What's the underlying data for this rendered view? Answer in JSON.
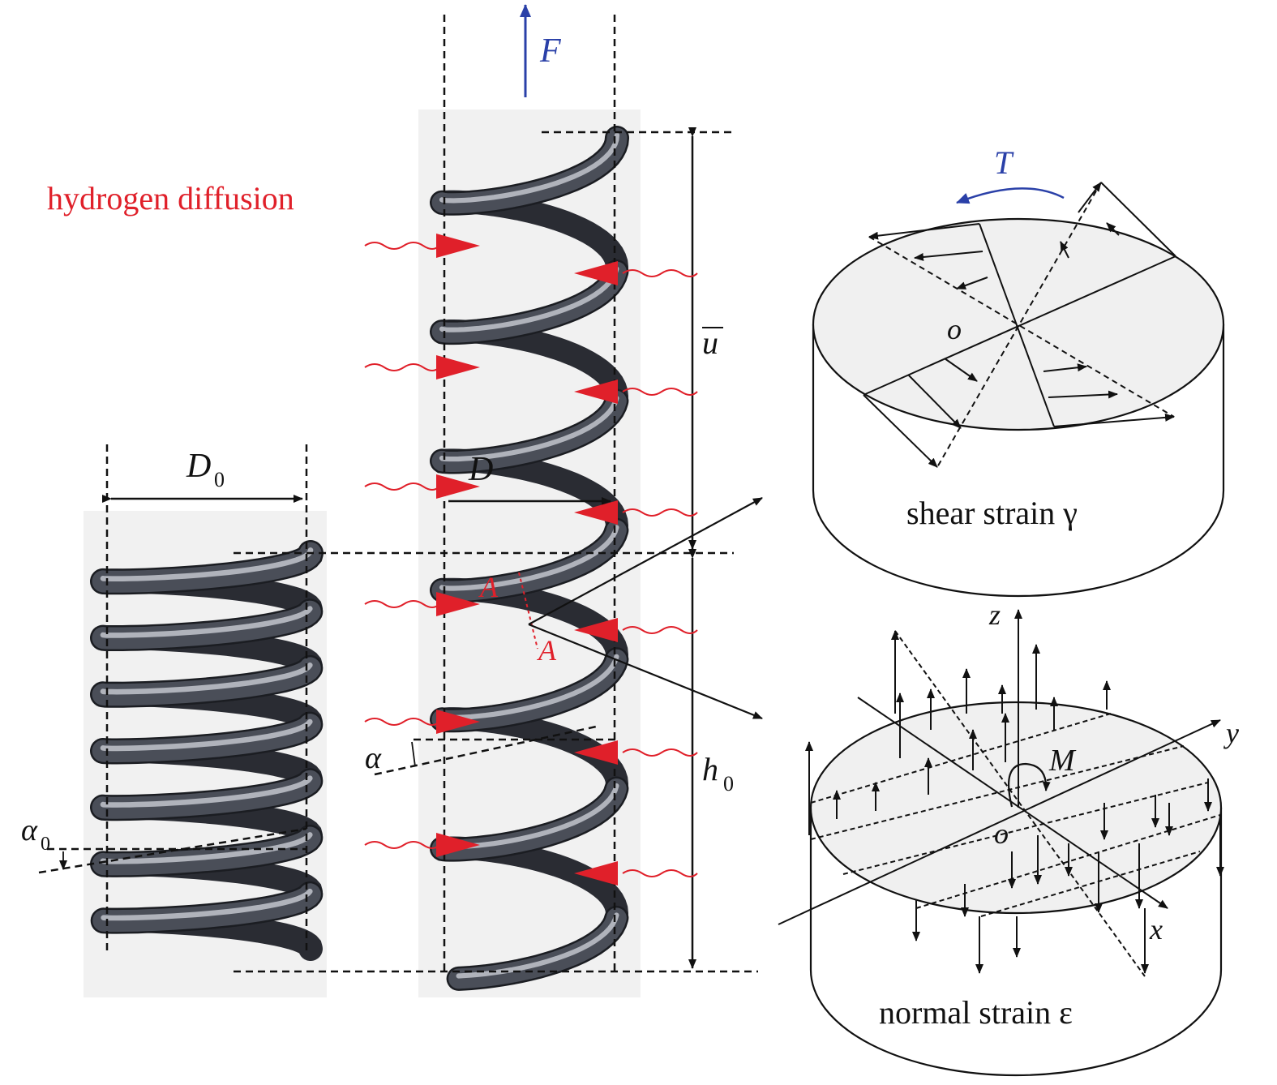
{
  "colors": {
    "coil": "#3c3f48",
    "coil_highlight": "#9aa0ab",
    "panel": "#f1f1f1",
    "hydrogen": "#e0202a",
    "load": "#2a40a8",
    "line": "#111111",
    "disk_face": "#f0f0f0"
  },
  "labels": {
    "hydrogen": "hydrogen diffusion",
    "force": "F",
    "torque": "T",
    "displacement": "u",
    "height_sym": "h",
    "height_sub": "0",
    "diam_sym": "D",
    "diam_sub": "0",
    "diam_loaded": "D",
    "alpha_sym": "α",
    "alpha_sub": "0",
    "alpha_loaded": "α",
    "section_top": "A",
    "section_bottom": "A",
    "origin_top": "o",
    "origin_bottom": "o",
    "moment": "M",
    "axis_x": "x",
    "axis_y": "y",
    "axis_z": "z",
    "shear": "shear strain γ",
    "normal": "normal strain ε"
  },
  "icons": {
    "hydrogen_marker": "red-wavy-arrow-icon",
    "force": "up-arrow-icon",
    "torque": "curved-arrow-icon"
  }
}
